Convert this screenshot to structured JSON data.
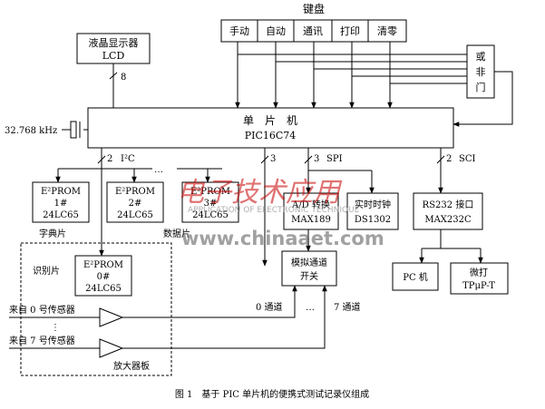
{
  "keyboard": {
    "title": "键盘",
    "keys": [
      "手动",
      "自动",
      "通讯",
      "打印",
      "清零"
    ]
  },
  "or_gate": [
    "或",
    "非",
    "门"
  ],
  "lcd": {
    "line1": "液晶显示器",
    "line2": "LCD",
    "bus": "8"
  },
  "crystal": {
    "label": "32.768 kHz"
  },
  "mcu": {
    "line1": "单　片　机",
    "line2": "PIC16C74"
  },
  "buses": {
    "i2c_count": "2",
    "i2c": "I²C",
    "spi_count": "3",
    "spi": "SPI",
    "sci_count": "2",
    "sci": "SCI",
    "adc_count": "3",
    "dots": "…"
  },
  "eeproms": [
    {
      "title": "E²PROM",
      "index": "1#",
      "part": "24LC65"
    },
    {
      "title": "E²PROM",
      "index": "2#",
      "part": "24LC65"
    },
    {
      "title": "E²PROM",
      "index": "3#",
      "part": "24LC65"
    },
    {
      "title": "E²PROM",
      "index": "0#",
      "part": "24LC65"
    }
  ],
  "labels": {
    "dictionary": "字典片",
    "data": "数据片",
    "ident": "识别片",
    "amp_board": "放大器板"
  },
  "adc": {
    "line1": "A/D 转换",
    "line2": "MAX189"
  },
  "rtc": {
    "line1": "实时时钟",
    "line2": "DS1302"
  },
  "rs232": {
    "line1": "RS232 接口",
    "line2": "MAX232C"
  },
  "mux": {
    "line1": "模拟通道",
    "line2": "开关"
  },
  "channels": {
    "ch0": "0 通道",
    "ch7": "7 通道",
    "dots": "…",
    "vdots": "⋮"
  },
  "sensors": {
    "s0": "来自 0 号传感器",
    "s7": "来自 7 号传感器"
  },
  "pc": {
    "label": "PC 机"
  },
  "printer": {
    "line1": "微打",
    "line2": "TPμP-T"
  },
  "caption": "图 1　基于 PIC 单片机的便携式测试记录仪组成",
  "watermark": {
    "cn": "电子技术应用",
    "en": "APPLICATION OF ELECTRONIC TECHNIQUE",
    "url": "www.chinaaet.com"
  }
}
